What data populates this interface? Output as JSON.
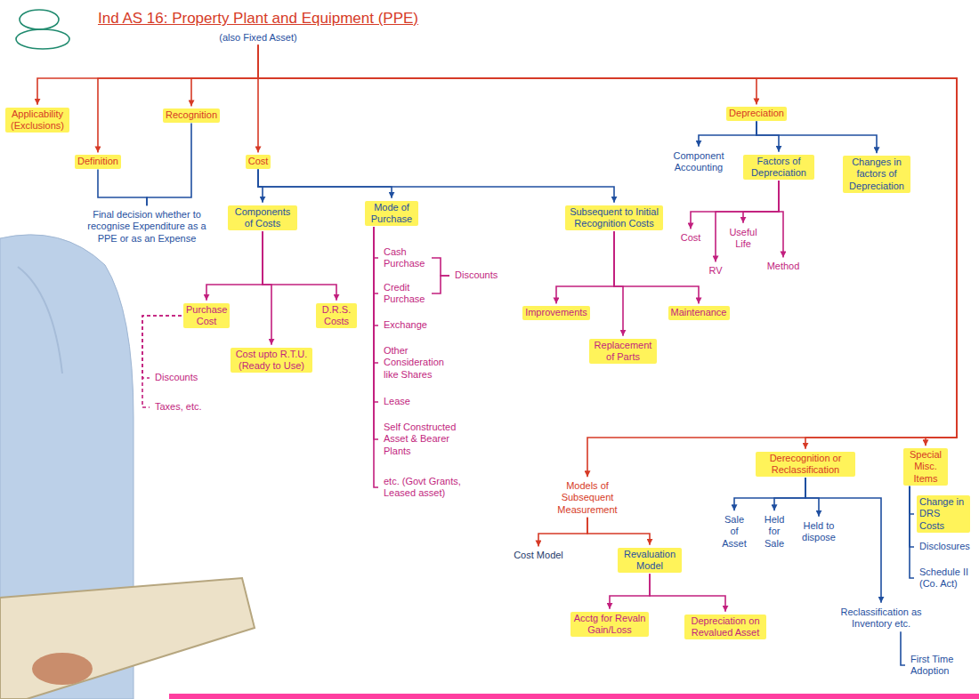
{
  "diagram": {
    "nodes": [
      {
        "text": [
          "Ind AS 16: Property Plant and Equipment (PPE)",
          "(also Fixed Asset)"
        ]
      },
      {
        "text": [
          "Applicability (Exclusions)"
        ]
      },
      {
        "text": [
          "Definition"
        ]
      },
      {
        "text": [
          "Recognition"
        ]
      },
      {
        "text": [
          "Final decision whether to recognise Expenditure as a PPE or as an Expense"
        ]
      },
      {
        "text": [
          "Cost"
        ]
      },
      {
        "text": [
          "Depreciation"
        ]
      },
      {
        "text": [
          "Components of Costs"
        ]
      },
      {
        "text": [
          "Mode of Purchase"
        ]
      },
      {
        "text": [
          "Subsequent to Initial Recognition Costs"
        ]
      },
      {
        "text": [
          "Purchase Cost"
        ]
      },
      {
        "text": [
          "Cost upto R.T.U. (Ready to Use)"
        ]
      },
      {
        "text": [
          "D.R.S. Costs"
        ]
      },
      {
        "text": [
          "Discounts"
        ]
      },
      {
        "text": [
          "Taxes, etc."
        ]
      },
      {
        "text": [
          "Cash Purchase"
        ]
      },
      {
        "text": [
          "Credit Purchase"
        ]
      },
      {
        "text": [
          "Exchange"
        ]
      },
      {
        "text": [
          "Other Consideration like Shares"
        ]
      },
      {
        "text": [
          "Lease"
        ]
      },
      {
        "text": [
          "Self Constructed Asset & Bearer Plants"
        ]
      },
      {
        "text": [
          "etc. (Govt Grants, Leased asset)"
        ]
      },
      {
        "text": [
          "Discounts"
        ]
      },
      {
        "text": [
          "Improvements"
        ]
      },
      {
        "text": [
          "Replacement of Parts"
        ]
      },
      {
        "text": [
          "Maintenance"
        ]
      },
      {
        "text": [
          "Component Accounting"
        ]
      },
      {
        "text": [
          "Factors of Depreciation"
        ]
      },
      {
        "text": [
          "Changes in factors of Depreciation"
        ]
      },
      {
        "text": [
          "Cost"
        ]
      },
      {
        "text": [
          "Useful Life"
        ]
      },
      {
        "text": [
          "RV"
        ]
      },
      {
        "text": [
          "Method"
        ]
      },
      {
        "text": [
          "Models of Subsequent Measurement"
        ]
      },
      {
        "text": [
          "Derecognition or Reclassification"
        ]
      },
      {
        "text": [
          "Special Misc. Items"
        ]
      },
      {
        "text": [
          "Cost Model"
        ]
      },
      {
        "text": [
          "Revaluation Model"
        ]
      },
      {
        "text": [
          "Acctg for Revaln Gain/Loss"
        ]
      },
      {
        "text": [
          "Depreciation on Revalued Asset"
        ]
      },
      {
        "text": [
          "Sale of Asset"
        ]
      },
      {
        "text": [
          "Held for Sale"
        ]
      },
      {
        "text": [
          "Held to dispose"
        ]
      },
      {
        "text": [
          "Reclassification as Inventory etc."
        ]
      },
      {
        "text": [
          "First Time Adoption"
        ]
      },
      {
        "text": [
          "Change in DRS Costs"
        ]
      },
      {
        "text": [
          "Disclosures"
        ]
      },
      {
        "text": [
          "Schedule II (Co. Act)"
        ]
      }
    ],
    "edges": [
      {
        "from": 0,
        "to": 1,
        "arrow": "to"
      },
      {
        "from": 0,
        "to": 2,
        "arrow": "to"
      },
      {
        "from": 0,
        "to": 3,
        "arrow": "to"
      },
      {
        "from": 0,
        "to": 5,
        "arrow": "to"
      },
      {
        "from": 0,
        "to": 6,
        "arrow": "to"
      },
      {
        "from": 0,
        "to": 33,
        "arrow": "to"
      },
      {
        "from": 0,
        "to": 34,
        "arrow": "to"
      },
      {
        "from": 0,
        "to": 35,
        "arrow": "to"
      },
      {
        "from": 2,
        "to": 4,
        "arrow": "none"
      },
      {
        "from": 3,
        "to": 4,
        "arrow": "none"
      },
      {
        "from": 5,
        "to": 7,
        "arrow": "to"
      },
      {
        "from": 5,
        "to": 8,
        "arrow": "to"
      },
      {
        "from": 5,
        "to": 9,
        "arrow": "to"
      },
      {
        "from": 7,
        "to": 10,
        "arrow": "to"
      },
      {
        "from": 7,
        "to": 11,
        "arrow": "to"
      },
      {
        "from": 7,
        "to": 12,
        "arrow": "to"
      },
      {
        "from": 10,
        "to": 13,
        "arrow": "none"
      },
      {
        "from": 10,
        "to": 14,
        "arrow": "none"
      },
      {
        "from": 8,
        "to": 15,
        "arrow": "none"
      },
      {
        "from": 8,
        "to": 16,
        "arrow": "none"
      },
      {
        "from": 8,
        "to": 17,
        "arrow": "none"
      },
      {
        "from": 8,
        "to": 18,
        "arrow": "none"
      },
      {
        "from": 8,
        "to": 19,
        "arrow": "none"
      },
      {
        "from": 8,
        "to": 20,
        "arrow": "none"
      },
      {
        "from": 8,
        "to": 21,
        "arrow": "none"
      },
      {
        "from": 15,
        "to": 22,
        "arrow": "none"
      },
      {
        "from": 16,
        "to": 22,
        "arrow": "none"
      },
      {
        "from": 9,
        "to": 23,
        "arrow": "to"
      },
      {
        "from": 9,
        "to": 24,
        "arrow": "to"
      },
      {
        "from": 9,
        "to": 25,
        "arrow": "to"
      },
      {
        "from": 6,
        "to": 26,
        "arrow": "to"
      },
      {
        "from": 6,
        "to": 27,
        "arrow": "to"
      },
      {
        "from": 6,
        "to": 28,
        "arrow": "to"
      },
      {
        "from": 27,
        "to": 29,
        "arrow": "to"
      },
      {
        "from": 27,
        "to": 30,
        "arrow": "to"
      },
      {
        "from": 27,
        "to": 31,
        "arrow": "to"
      },
      {
        "from": 27,
        "to": 32,
        "arrow": "to"
      },
      {
        "from": 33,
        "to": 36,
        "arrow": "to"
      },
      {
        "from": 33,
        "to": 37,
        "arrow": "to"
      },
      {
        "from": 37,
        "to": 38,
        "arrow": "to"
      },
      {
        "from": 37,
        "to": 39,
        "arrow": "to"
      },
      {
        "from": 34,
        "to": 40,
        "arrow": "to"
      },
      {
        "from": 34,
        "to": 41,
        "arrow": "to"
      },
      {
        "from": 34,
        "to": 42,
        "arrow": "to"
      },
      {
        "from": 34,
        "to": 43,
        "arrow": "to"
      },
      {
        "from": 43,
        "to": 44,
        "arrow": "none"
      },
      {
        "from": 35,
        "to": 45,
        "arrow": "none"
      },
      {
        "from": 35,
        "to": 46,
        "arrow": "none"
      },
      {
        "from": 35,
        "to": 47,
        "arrow": "none"
      }
    ]
  }
}
